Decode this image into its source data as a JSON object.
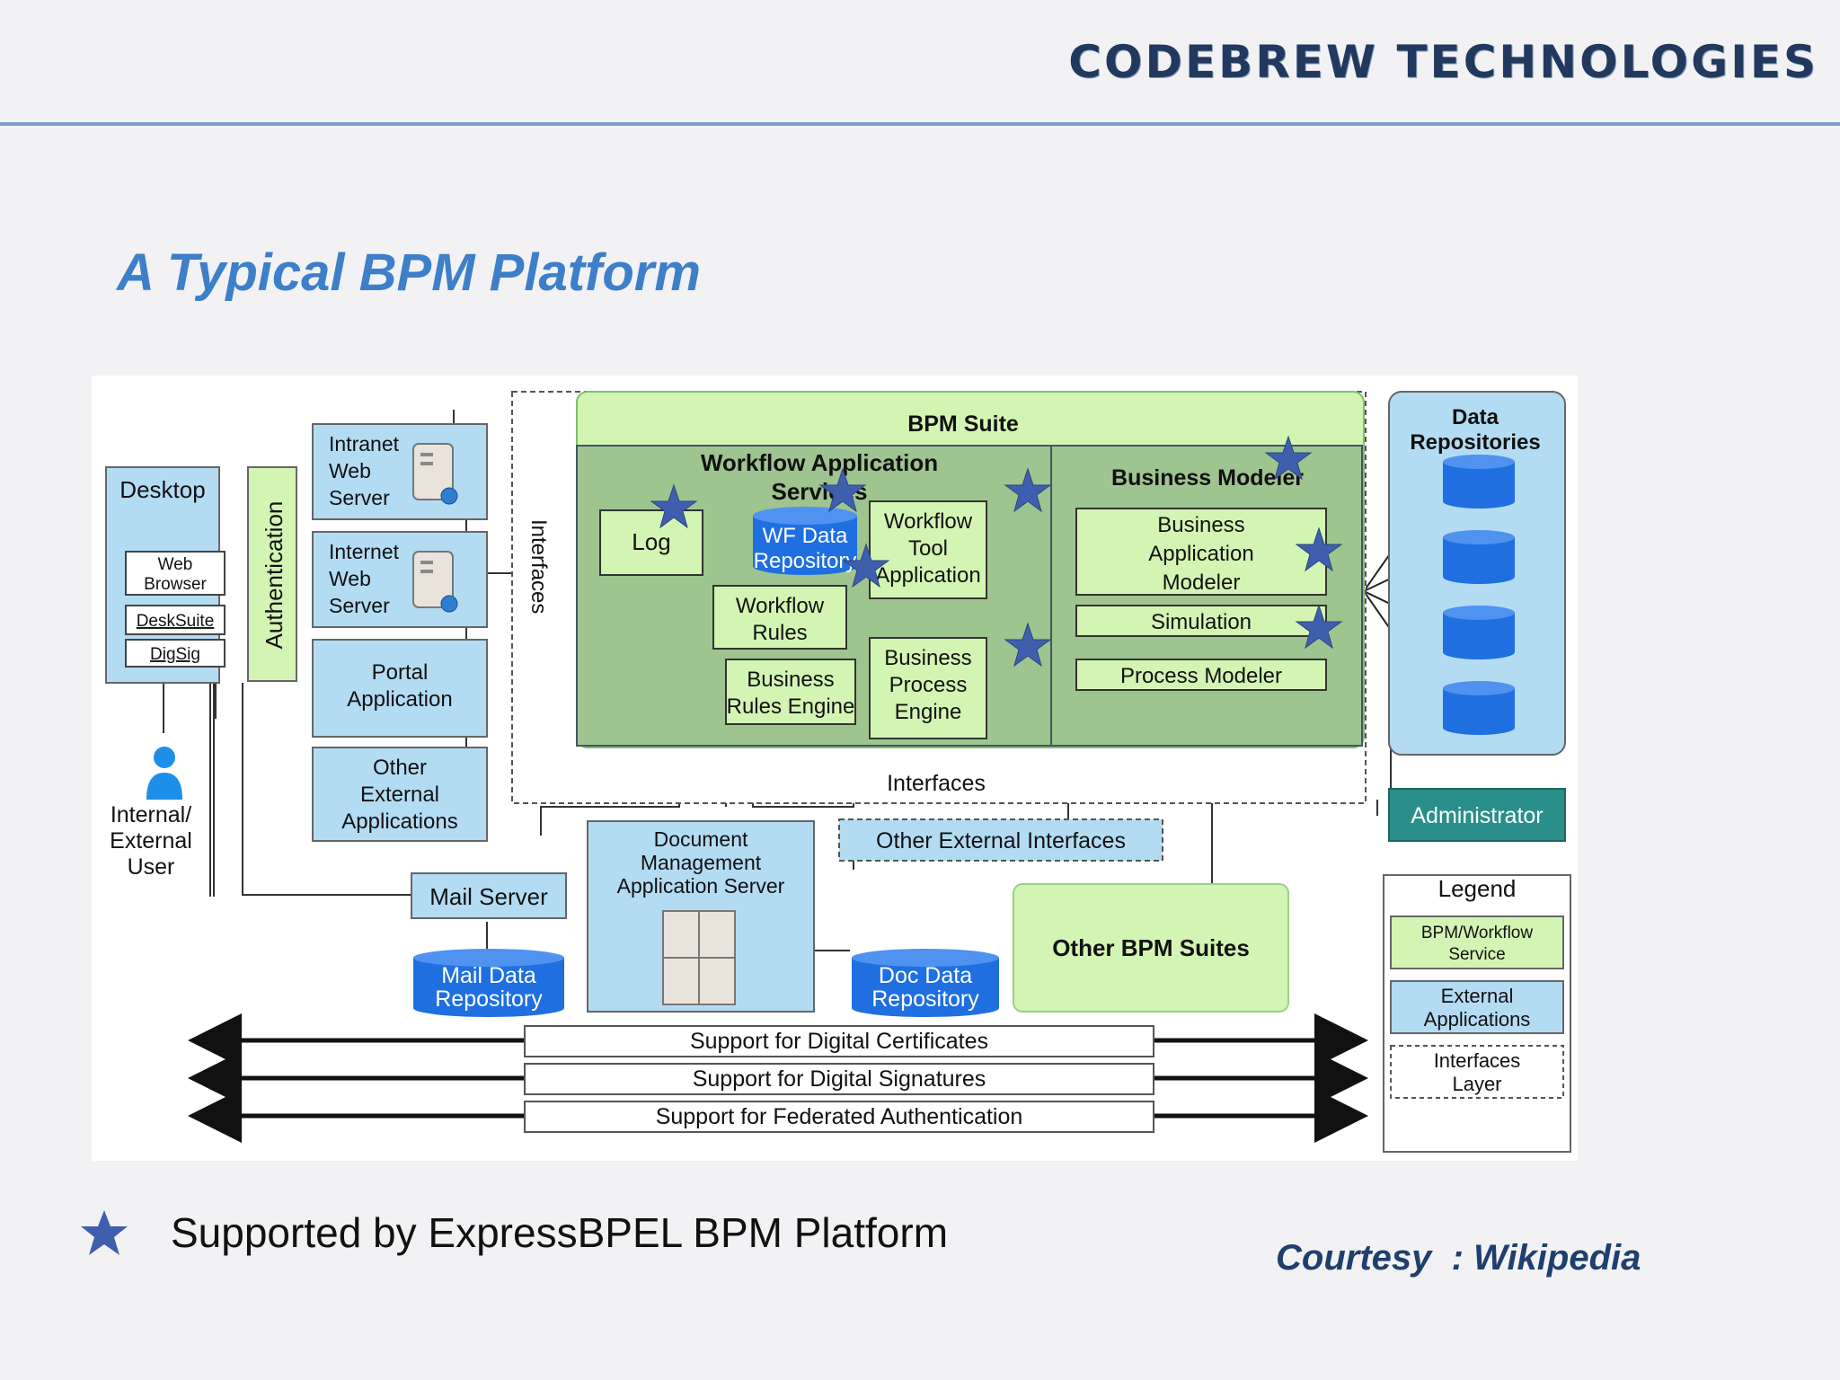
{
  "header": {
    "brand": "CODEBREW TECHNOLOGIES"
  },
  "slide": {
    "title": "A Typical BPM Platform"
  },
  "colors": {
    "bpm_green": "#d3f5b3",
    "workflow_dark_green": "#9ec48f",
    "external_blue": "#b3dcf3",
    "repository_blue": "#1f6fe0",
    "administrator_teal": "#2a8f8a",
    "star": "#3f5fae"
  },
  "diagram": {
    "desktop": {
      "title": "Desktop",
      "items": [
        "Web Browser",
        "DeskSuite",
        "DigSig"
      ]
    },
    "authentication": "Authentication",
    "user": {
      "label_line1": "Internal/",
      "label_line2": "External",
      "label_line3": "User",
      "icon": "user-icon"
    },
    "servers": {
      "intranet": [
        "Intranet",
        "Web",
        "Server"
      ],
      "internet": [
        "Internet",
        "Web",
        "Server"
      ],
      "portal": [
        "Portal",
        "Application"
      ],
      "other_external": [
        "Other",
        "External",
        "Applications"
      ]
    },
    "interfaces_vertical": "Interfaces",
    "bpm_suite": {
      "title": "BPM Suite",
      "workflow_services_title": [
        "Workflow Application",
        "Services"
      ],
      "log": "Log",
      "wf_data_repository": [
        "WF Data",
        "Repository"
      ],
      "workflow_tool": [
        "Workflow",
        "Tool",
        "Application"
      ],
      "workflow_rules": [
        "Workflow",
        "Rules"
      ],
      "business_rules_engine": [
        "Business",
        "Rules Engine"
      ],
      "business_process_engine": [
        "Business",
        "Process",
        "Engine"
      ],
      "business_modeler_title": "Business Modeler",
      "business_application_modeler": [
        "Business",
        "Application",
        "Modeler"
      ],
      "simulation": "Simulation",
      "process_modeler": "Process Modeler",
      "interfaces_bottom": "Interfaces"
    },
    "data_repositories": {
      "title": [
        "Data",
        "Repositories"
      ]
    },
    "administrator": "Administrator",
    "mail_server": "Mail Server",
    "mail_data_repository": [
      "Mail Data",
      "Repository"
    ],
    "document_management": [
      "Document",
      "Management",
      "Application Server"
    ],
    "doc_data_repository": [
      "Doc Data",
      "Repository"
    ],
    "other_external_interfaces": "Other External Interfaces",
    "other_bpm_suites": "Other BPM Suites",
    "support_bars": [
      "Support for Digital Certificates",
      "Support for Digital Signatures",
      "Support for Federated Authentication"
    ],
    "legend": {
      "title": "Legend",
      "bpm_workflow_service": [
        "BPM/Workflow",
        "Service"
      ],
      "external_applications": [
        "External",
        "Applications"
      ],
      "interfaces_layer": [
        "Interfaces",
        "Layer"
      ]
    }
  },
  "footnote": {
    "icon": "star-icon",
    "text": "Supported by ExpressBPEL BPM Platform"
  },
  "courtesy": "Courtesy  : Wikipedia"
}
